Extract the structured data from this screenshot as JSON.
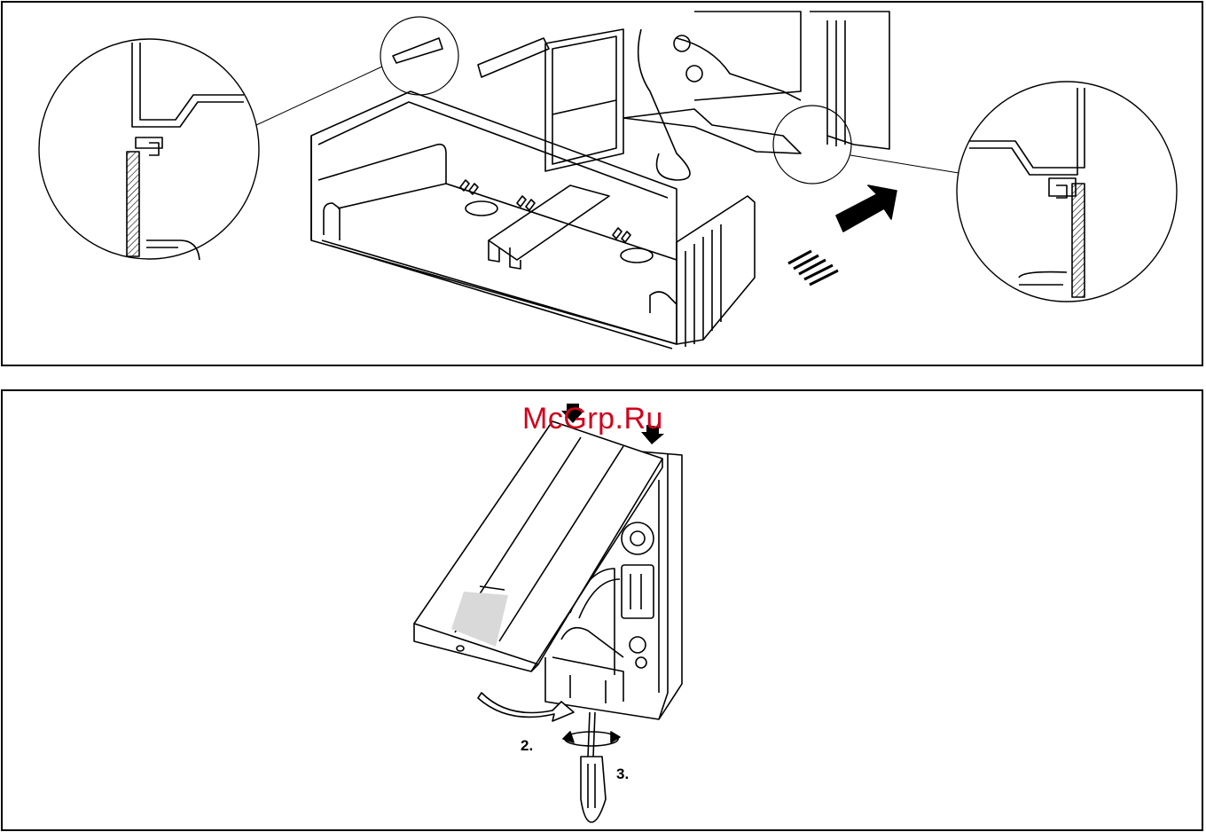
{
  "watermark": "McGrp.Ru",
  "steps": {
    "step2": "2.",
    "step3": "3."
  },
  "colors": {
    "line": "#000000",
    "accent": "#d0021b",
    "shade": "#d9d9d9"
  },
  "icons": [
    "push-arrow-icon",
    "rotate-arrow-icon",
    "screwdriver-icon",
    "press-down-arrow-icon"
  ]
}
